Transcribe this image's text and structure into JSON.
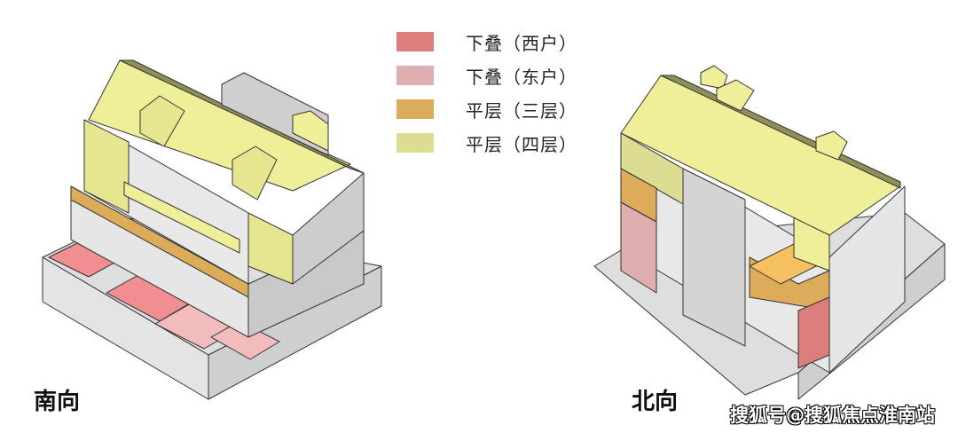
{
  "legend": [
    {
      "label": "下叠（西户）",
      "color": "#dc7e7e"
    },
    {
      "label": "下叠（东户）",
      "color": "#dfaeb0"
    },
    {
      "label": "平层（三层）",
      "color": "#dcac5a"
    },
    {
      "label": "平层（四层）",
      "color": "#dcdc92"
    }
  ],
  "views": {
    "south": "南向",
    "north": "北向"
  },
  "watermark": "搜狐号@搜狐焦点淮南站",
  "colors": {
    "wall_light": "#e6e6e6",
    "wall_mid": "#cfcfcf",
    "wall_dark": "#b9b9b9",
    "roof": "#efef9a",
    "roof_dark": "#8f8f5a",
    "outline": "#333333"
  }
}
